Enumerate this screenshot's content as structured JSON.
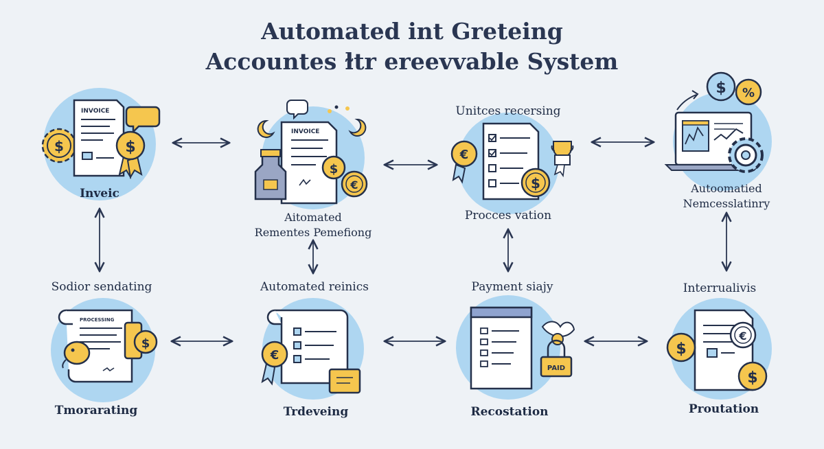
{
  "title": {
    "line1": "Automated int Greteing",
    "line2": "Accountes ɫtr ereevvable System"
  },
  "nodes": {
    "invoice": {
      "label": "Inveic"
    },
    "auto_reminders": {
      "line1": "Aitomated",
      "line2": "Rementes Pemefiong"
    },
    "process": {
      "top": "Unitces recersing",
      "bottom": "Procces vation"
    },
    "auto_necess": {
      "line1": "Autoomatied",
      "line2": "Nemcesslatinry"
    },
    "sodior": {
      "top": "Sodior sendating",
      "bottom": "Tmorarating"
    },
    "auto_reinics": {
      "top": "Automated reinics",
      "bottom": "Trdeveing"
    },
    "payment": {
      "top": "Payment siajy",
      "bottom": "Recostation"
    },
    "internal": {
      "top": "Interrualivis",
      "bottom": "Proutation"
    }
  },
  "doc_text": {
    "invoice": "INVOICE",
    "invoice2": "INVOICE",
    "processing": "PROCESSING",
    "stamp": "PAID"
  },
  "colors": {
    "circle": "#aed6f1",
    "gold": "#f5c64e",
    "outline": "#24304a",
    "arrow": "#2a3652"
  }
}
